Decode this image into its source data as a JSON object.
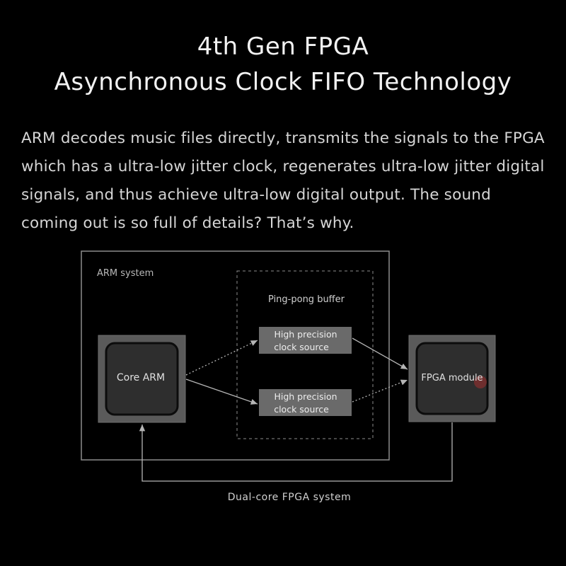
{
  "heading": {
    "line1": "4th Gen FPGA",
    "line2": "Asynchronous Clock FIFO Technology"
  },
  "intro": "ARM decodes music files directly, transmits the signals to the FPGA which has a ultra-low jitter clock, regenerates ultra-low jitter digital signals, and thus achieve ultra-low digital output. The sound coming out is so full of details? That’s why.",
  "diagram": {
    "arm_system_label": "ARM system",
    "buffer_label": "Ping-pong buffer",
    "core_label": "Core ARM",
    "clock_top": {
      "line1": "High precision",
      "line2": "clock source"
    },
    "clock_bottom": {
      "line1": "High precision",
      "line2": "clock source"
    },
    "fpga_label": "FPGA module",
    "system_caption": "Dual-core FPGA system"
  },
  "colors": {
    "background": "#000000",
    "title_text": "#f2f2f2",
    "body_text": "#d6d6d6",
    "frame_line": "#8c8c8c",
    "chip_outer": "#5a5a5a",
    "chip_inner": "#2e2e2e",
    "clock_box": "#6a6a6a",
    "fpga_dot": "#8a2f2f"
  }
}
